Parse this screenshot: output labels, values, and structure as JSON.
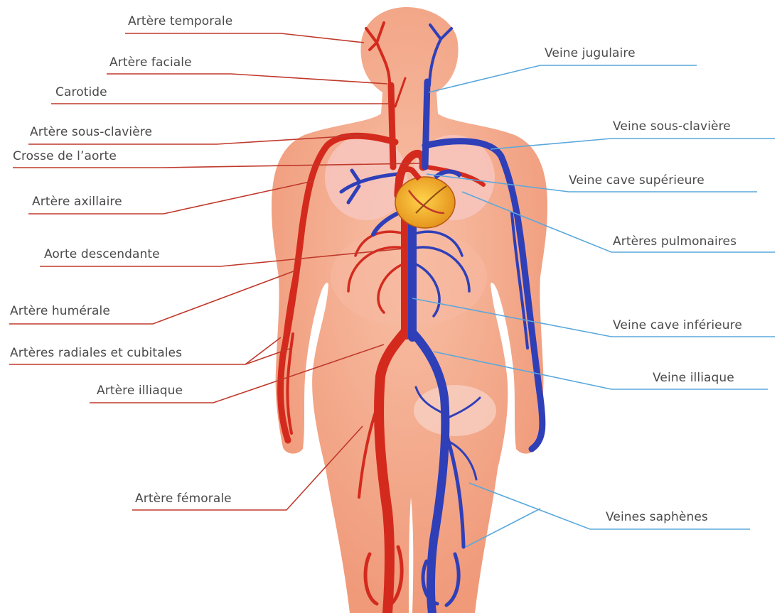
{
  "colors": {
    "artery": "#d42a1e",
    "vein": "#2f3fb8",
    "artery_line": "#c0392b",
    "vein_line": "#5aa8dc",
    "skin": "#f4ab8e",
    "heart": "#f2a81c"
  },
  "labels": {
    "left": [
      {
        "id": "temporale",
        "text": "Artère temporale"
      },
      {
        "id": "faciale",
        "text": "Artère faciale"
      },
      {
        "id": "carotide",
        "text": "Carotide"
      },
      {
        "id": "sous_claviere",
        "text": "Artère sous-clavière"
      },
      {
        "id": "crosse",
        "text": "Crosse de l’aorte"
      },
      {
        "id": "axillaire",
        "text": "Artère axillaire"
      },
      {
        "id": "descendante",
        "text": "Aorte descendante"
      },
      {
        "id": "humerale",
        "text": "Artère humérale"
      },
      {
        "id": "radiales",
        "text": "Artères radiales et cubitales"
      },
      {
        "id": "illiaque_art",
        "text": "Artère illiaque"
      },
      {
        "id": "femorale",
        "text": "Artère fémorale"
      }
    ],
    "right": [
      {
        "id": "jugulaire",
        "text": "Veine jugulaire"
      },
      {
        "id": "sous_claviere_v",
        "text": "Veine sous-clavière"
      },
      {
        "id": "cave_sup",
        "text": "Veine cave supérieure"
      },
      {
        "id": "pulmonaires",
        "text": "Artères pulmonaires"
      },
      {
        "id": "cave_inf",
        "text": "Veine cave inférieure"
      },
      {
        "id": "illiaque_v",
        "text": "Veine illiaque"
      },
      {
        "id": "saphenes",
        "text": "Veines saphènes"
      }
    ]
  }
}
